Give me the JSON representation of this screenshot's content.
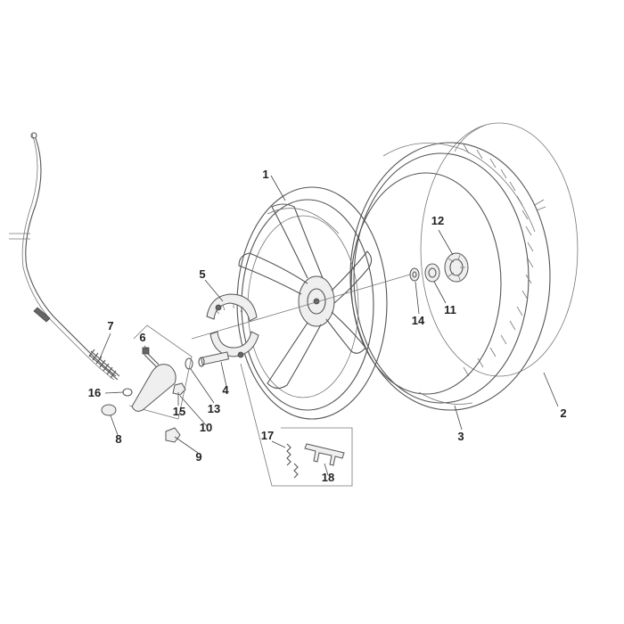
{
  "colors": {
    "line": "#555555",
    "label": "#222222",
    "background": "#ffffff"
  },
  "callouts": {
    "c1": "1",
    "c2": "2",
    "c3": "3",
    "c4": "4",
    "c5": "5",
    "c6": "6",
    "c7": "7",
    "c8": "8",
    "c9": "9",
    "c10": "10",
    "c11": "11",
    "c12": "12",
    "c13": "13",
    "c14": "14",
    "c15": "15",
    "c16": "16",
    "c17": "17",
    "c18": "18"
  }
}
